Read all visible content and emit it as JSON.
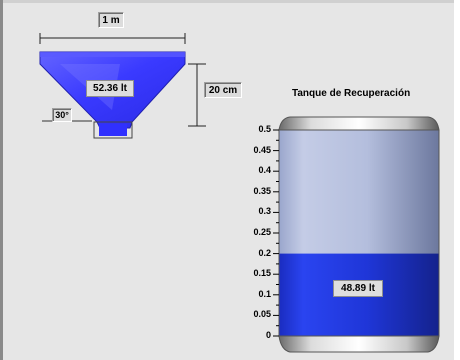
{
  "hopper": {
    "width_label": "1 m",
    "height_label": "20 cm",
    "angle_label": "30°",
    "volume_display": "52.36 lt",
    "fill_color": "#3c3cff"
  },
  "tank": {
    "title": "Tanque de Recuperación",
    "volume_display": "48.89 lt",
    "level": 0.2,
    "scale_min": 0,
    "scale_max": 0.5,
    "ticks": [
      "0.5",
      "0.45",
      "0.4",
      "0.35",
      "0.3",
      "0.25",
      "0.2",
      "0.15",
      "0.1",
      "0.05",
      "0"
    ],
    "liquid_color": "#1f36d8",
    "empty_color": "#b4bedd"
  }
}
